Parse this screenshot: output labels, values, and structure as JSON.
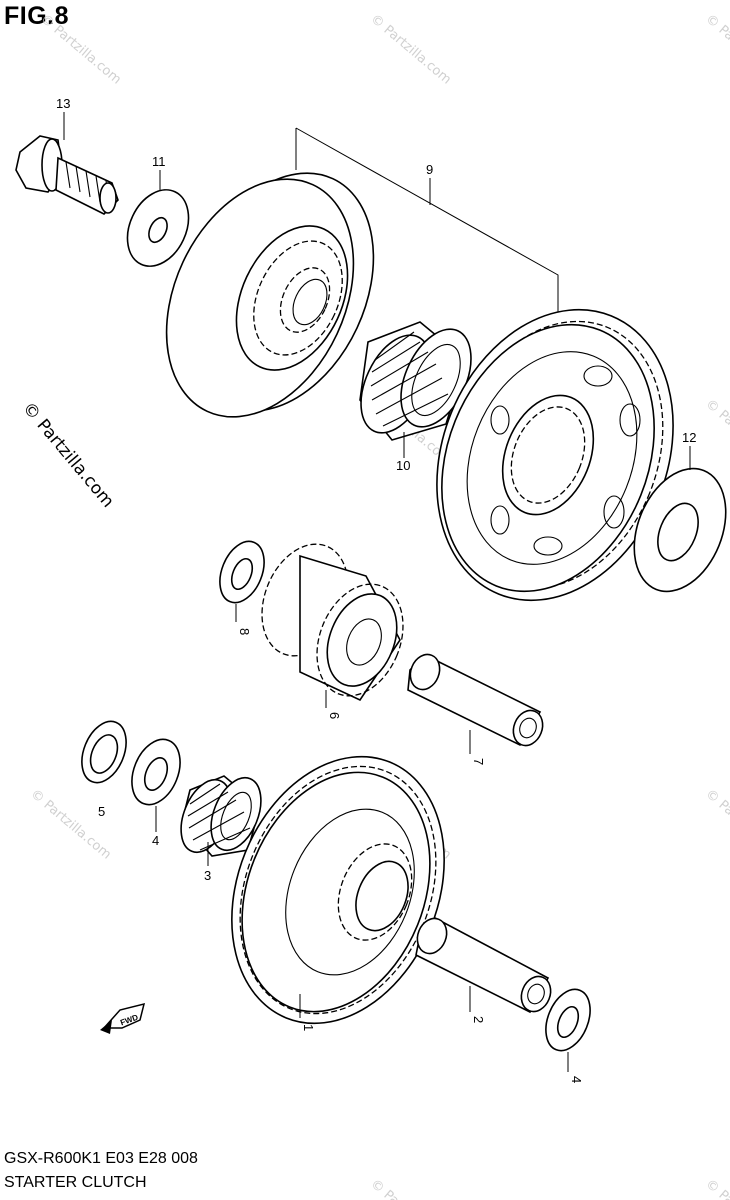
{
  "figure": {
    "title": "FIG.8",
    "model_code": "GSX-R600K1 E03 E28  008",
    "section_name": "STARTER CLUTCH"
  },
  "watermark": {
    "text": "© Partzilla.com"
  },
  "fwd_arrow": {
    "label": "FWD"
  },
  "callouts": [
    {
      "id": "13",
      "label": "13"
    },
    {
      "id": "11",
      "label": "11"
    },
    {
      "id": "9",
      "label": "9"
    },
    {
      "id": "12",
      "label": "12"
    },
    {
      "id": "10",
      "label": "10"
    },
    {
      "id": "8",
      "label": "8"
    },
    {
      "id": "6",
      "label": "6"
    },
    {
      "id": "7",
      "label": "7"
    },
    {
      "id": "5",
      "label": "5"
    },
    {
      "id": "4a",
      "label": "4"
    },
    {
      "id": "3",
      "label": "3"
    },
    {
      "id": "1",
      "label": "1"
    },
    {
      "id": "2",
      "label": "2"
    },
    {
      "id": "4b",
      "label": "4"
    }
  ]
}
